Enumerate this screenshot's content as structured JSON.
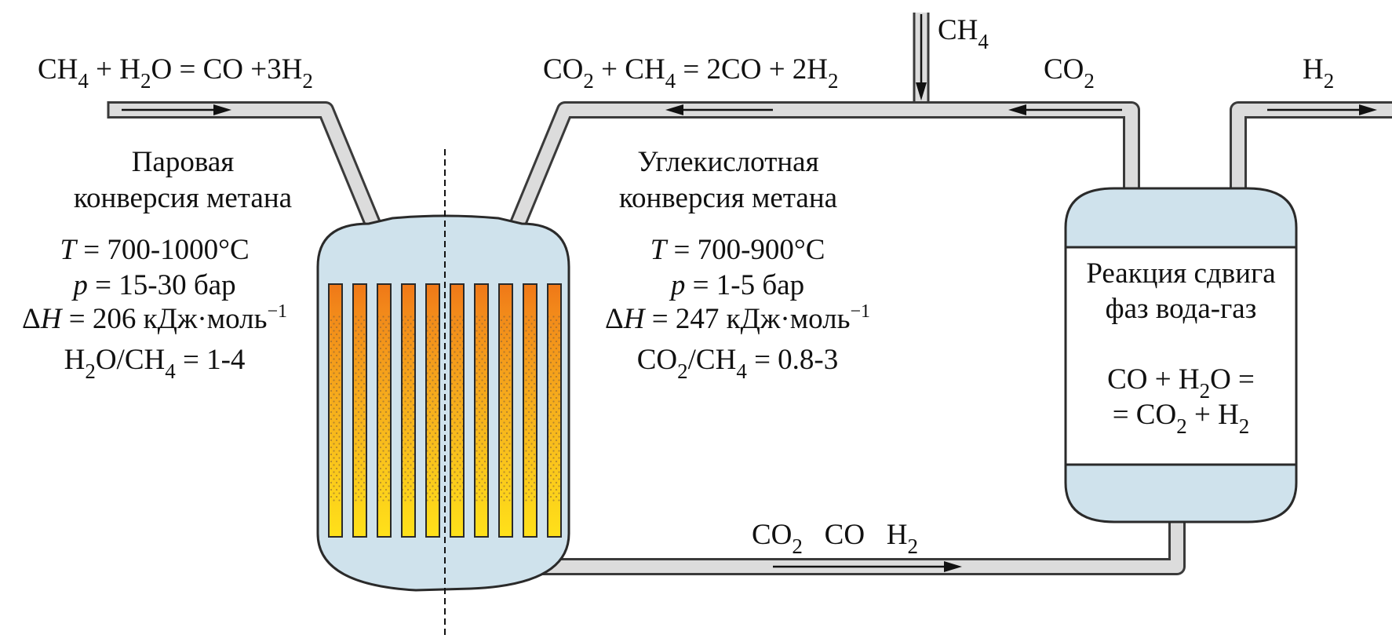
{
  "colors": {
    "vessel_fill": "#cfe2ec",
    "pipe_fill": "#dcdcdc",
    "tube_top": "#f07818",
    "tube_bottom": "#ffe11a"
  },
  "labels": {
    "steam_reaction": {
      "a": "CH",
      "a_sub": "4",
      "b": " + H",
      "b_sub": "2",
      "c": "O = CO +3H",
      "c_sub": "2"
    },
    "dry_reaction": {
      "a": "CO",
      "a_sub": "2",
      "b": " + CH",
      "b_sub": "4",
      "c": " = 2CO + 2H",
      "c_sub": "2"
    },
    "ch4_input": {
      "a": "CH",
      "a_sub": "4"
    },
    "co2_recycle": {
      "a": "CO",
      "a_sub": "2"
    },
    "h2_output": {
      "a": "H",
      "a_sub": "2"
    },
    "product_stream": {
      "a": "CO",
      "a_sub": "2",
      "b": "   CO   H",
      "b_sub": "2"
    }
  },
  "steam_reforming": {
    "title_line1": "Паровая",
    "title_line2": "конверсия метана",
    "temperature": {
      "var": "T",
      "value": " = 700-1000°C"
    },
    "pressure": {
      "var": "p",
      "value": " = 15-30 бар"
    },
    "enthalpy": {
      "var": "H",
      "prefix": "Δ",
      "value": " = 206 кДж·моль",
      "sup": "−1"
    },
    "ratio": {
      "a": "H",
      "a_sub": "2",
      "b": "O/CH",
      "b_sub": "4",
      "c": " = 1-4"
    }
  },
  "dry_reforming": {
    "title_line1": "Углекислотная",
    "title_line2": "конверсия метана",
    "temperature": {
      "var": "T",
      "value": " = 700-900°C"
    },
    "pressure": {
      "var": "p",
      "value": " = 1-5 бар"
    },
    "enthalpy": {
      "var": "H",
      "prefix": "Δ",
      "value": " = 247 кДж·моль",
      "sup": "−1"
    },
    "ratio": {
      "a": "CO",
      "a_sub": "2",
      "b": "/CH",
      "b_sub": "4",
      "c": " = 0.8-3"
    }
  },
  "shift_reactor": {
    "title_line1": "Реакция сдвига",
    "title_line2": "фаз вода-газ",
    "eq_line1": {
      "a": "CO + H",
      "a_sub": "2",
      "b": "O ="
    },
    "eq_line2": {
      "a": "= CO",
      "a_sub": "2",
      "b": " + H",
      "b_sub": "2"
    }
  }
}
